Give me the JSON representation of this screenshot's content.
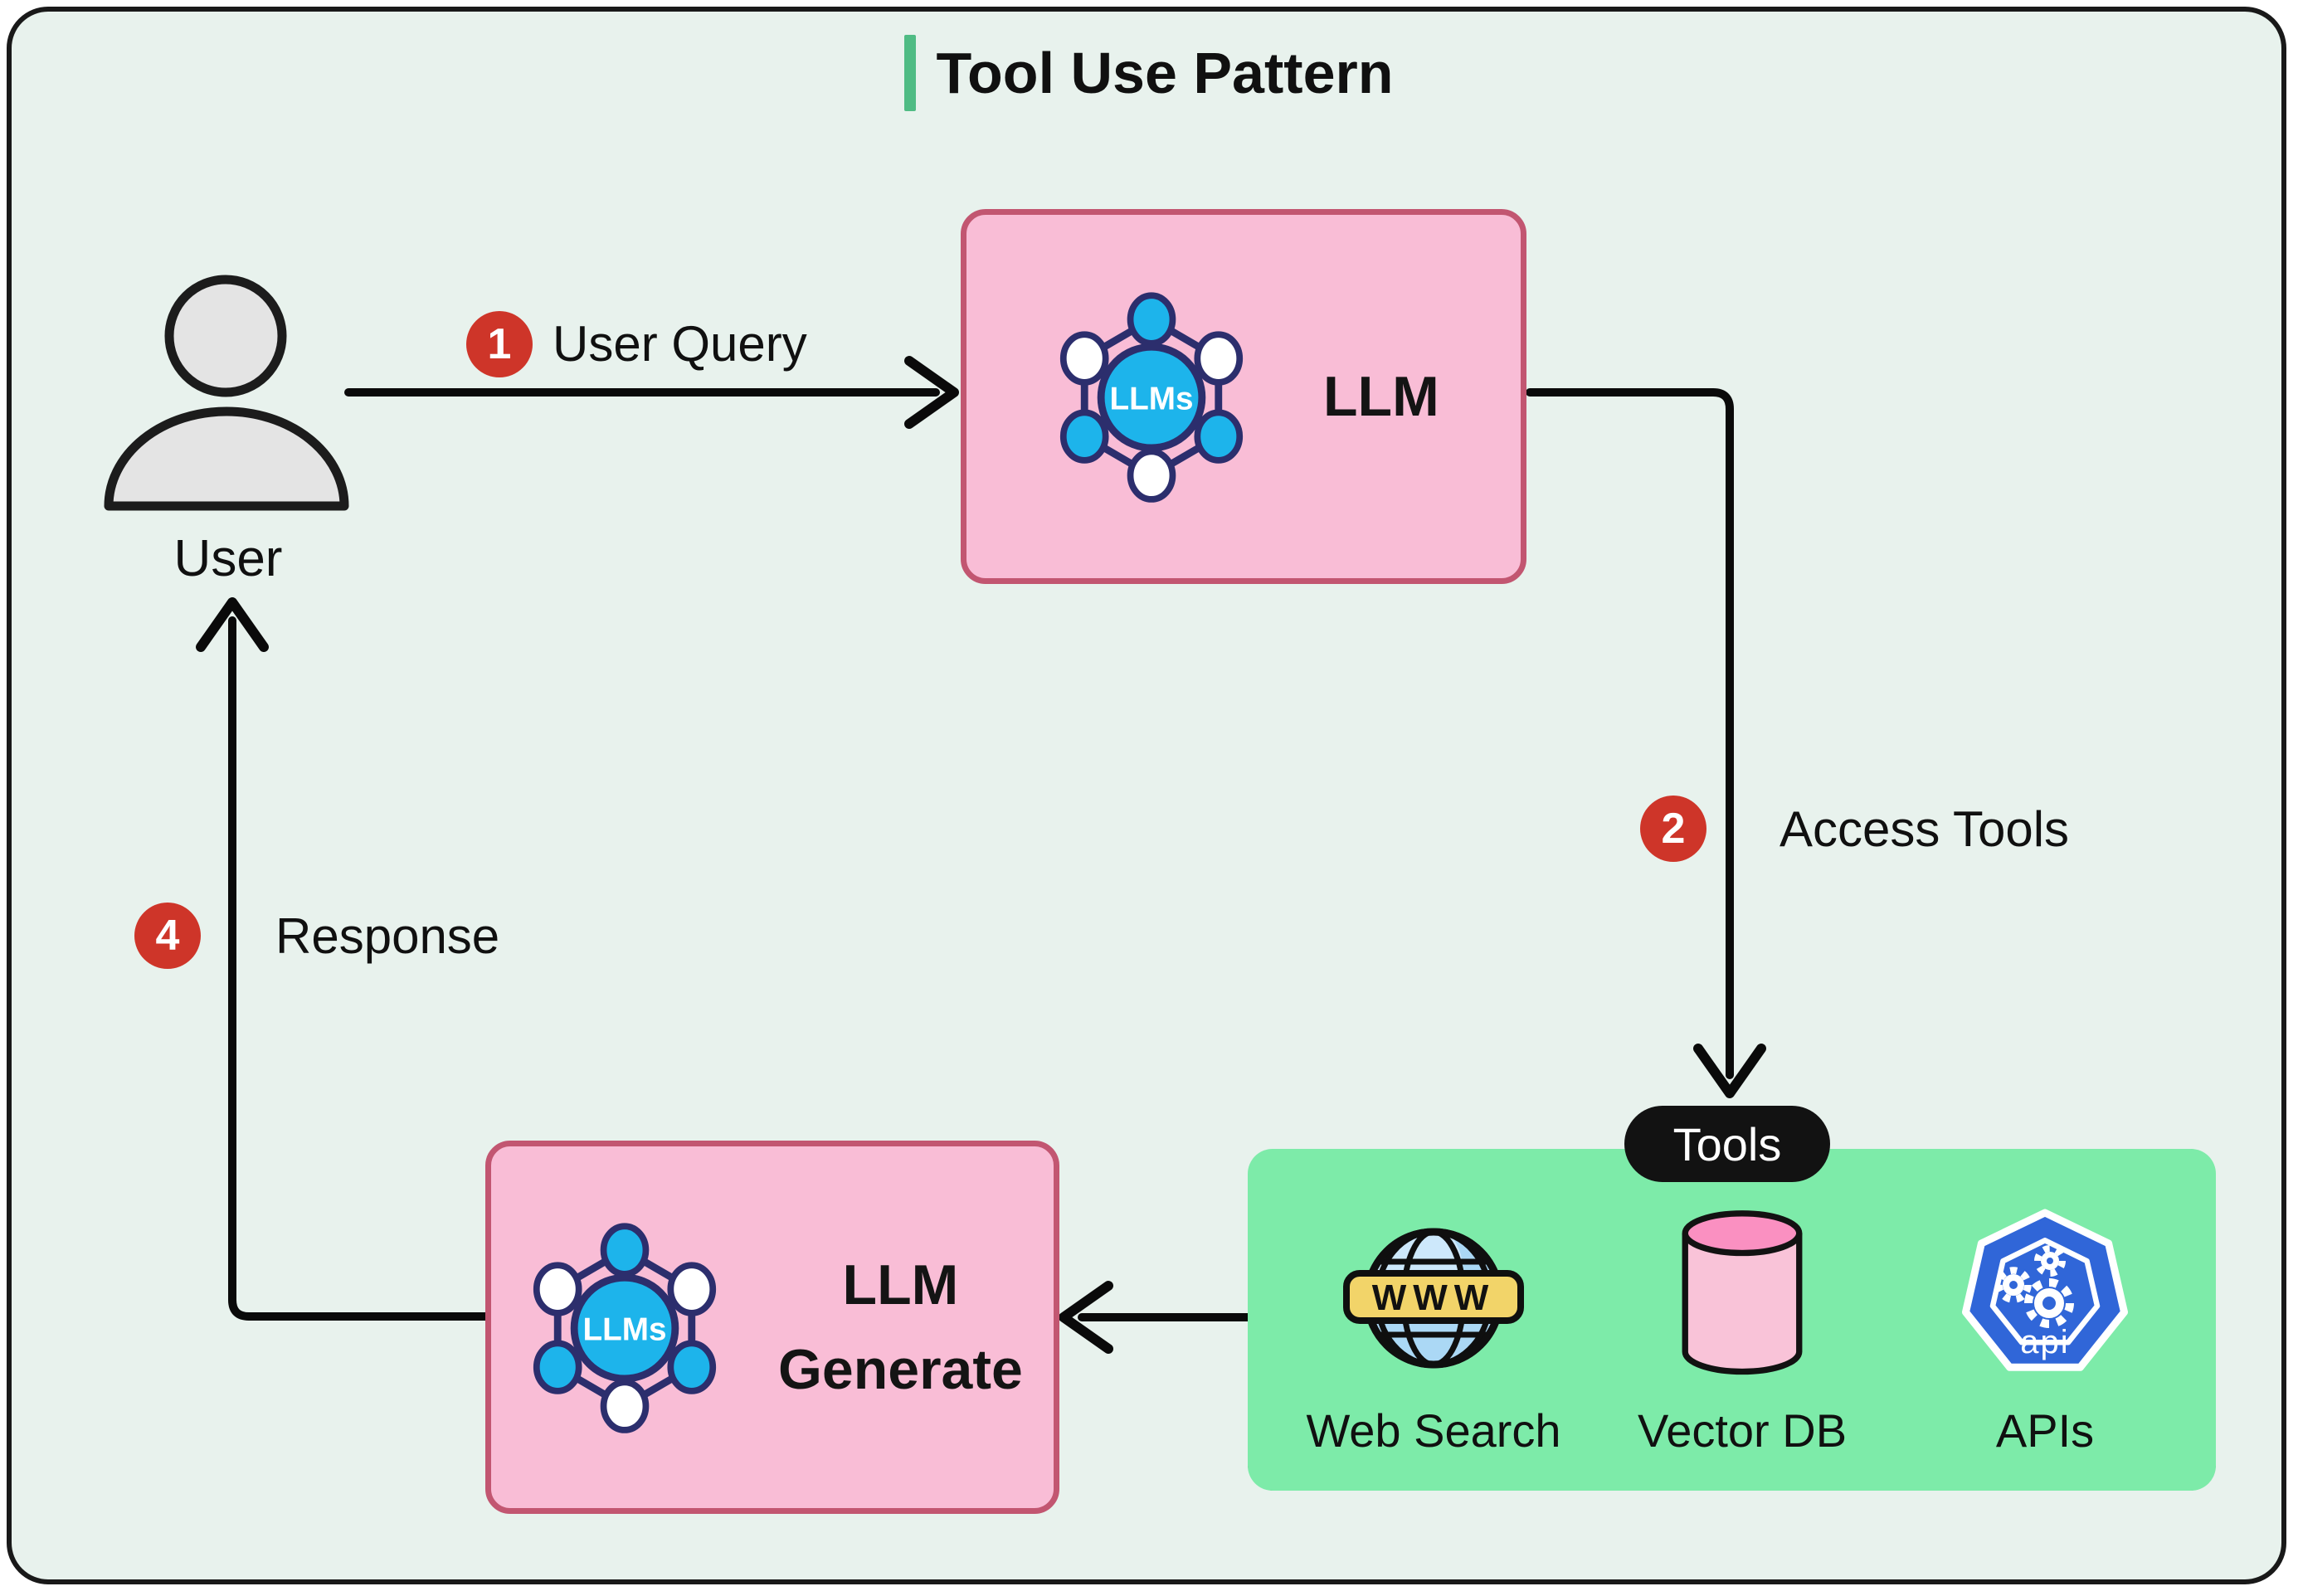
{
  "title": {
    "text": "Tool Use Pattern"
  },
  "nodes": {
    "user": {
      "label": "User",
      "icon": "person-icon"
    },
    "llm": {
      "label": "LLM",
      "icon": "llm-network-icon",
      "icon_text": "LLMs"
    },
    "llm_generate": {
      "label_line1": "LLM",
      "label_line2": "Generate",
      "icon": "llm-network-icon",
      "icon_text": "LLMs"
    },
    "tools": {
      "pill_label": "Tools",
      "items": [
        {
          "label": "Web Search",
          "icon": "globe-www-icon",
          "icon_text": "WWW"
        },
        {
          "label": "Vector DB",
          "icon": "database-cylinder-icon"
        },
        {
          "label": "APIs",
          "icon": "api-heptagon-icon",
          "icon_text": "api"
        }
      ]
    }
  },
  "steps": [
    {
      "number": "1",
      "label": "User Query"
    },
    {
      "number": "2",
      "label": "Access Tools"
    },
    {
      "number": "4",
      "label": "Response"
    }
  ],
  "colors": {
    "panel_bg": "#e8f2ed",
    "panel_border": "#191919",
    "accent_green": "#4fbc84",
    "box_pink_fill": "#f9bdd6",
    "box_pink_border": "#c25671",
    "tools_green_fill": "#7deba9",
    "badge_red": "#ce3529",
    "pill_black": "#121212",
    "icon_blue": "#1db4eb",
    "icon_navy": "#2c2e6d",
    "api_blue": "#3066d8",
    "arrow_black": "#0a0a0a"
  }
}
